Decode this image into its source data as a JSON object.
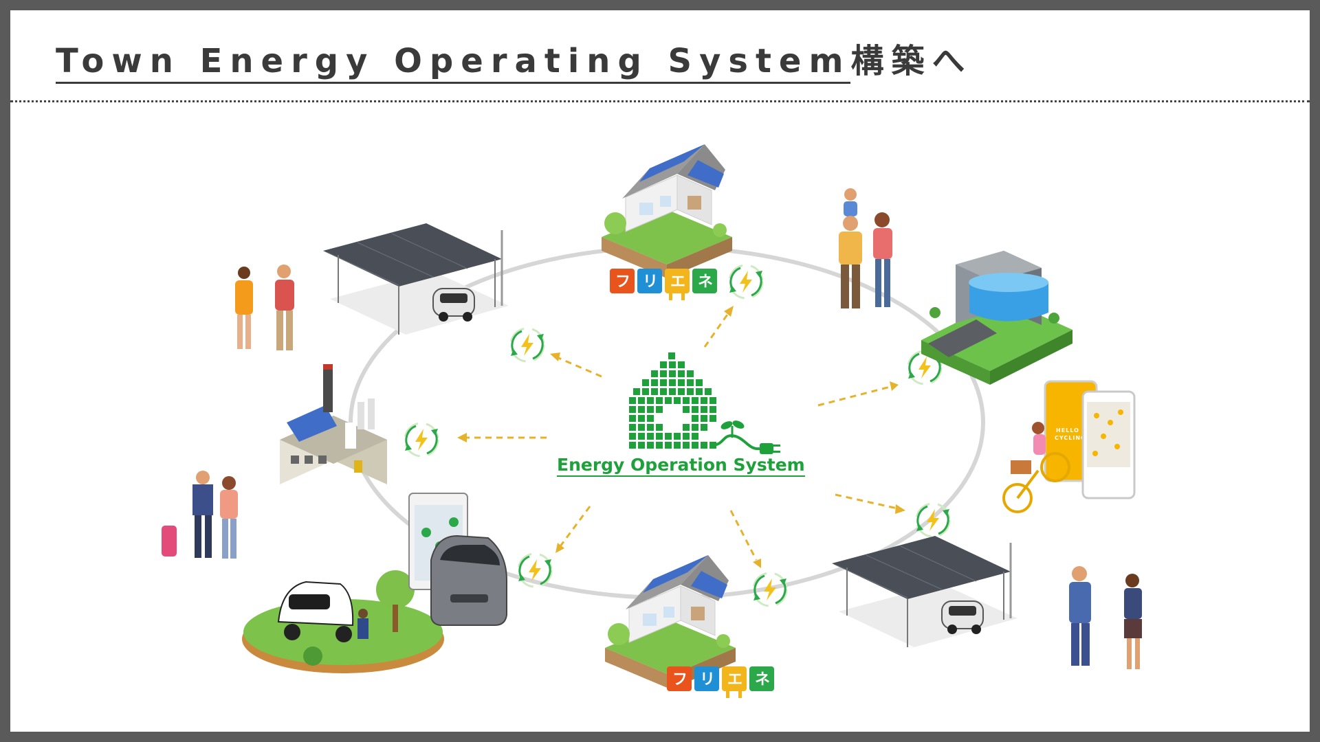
{
  "title": {
    "main": "Town Energy Operating System",
    "suffix": "構築へ"
  },
  "center": {
    "label": "Energy Operation System"
  },
  "badges": [
    "フ",
    "リ",
    "エ",
    "ネ"
  ],
  "app": {
    "brand_line1": "HELLO",
    "brand_line2": "CYCLING"
  },
  "colors": {
    "green": "#1ea13a",
    "arrow": "#e6b22a",
    "ring": "#d3d3d3",
    "badge_orange": "#e8541c",
    "badge_blue": "#1f8fd6",
    "badge_yellow": "#f2b51b",
    "badge_green": "#2aa84a",
    "app_yellow": "#f7b500"
  },
  "icons": [
    "lightning-cycle-icon",
    "plug-icon",
    "sprout-icon",
    "house-pixel-icon"
  ]
}
